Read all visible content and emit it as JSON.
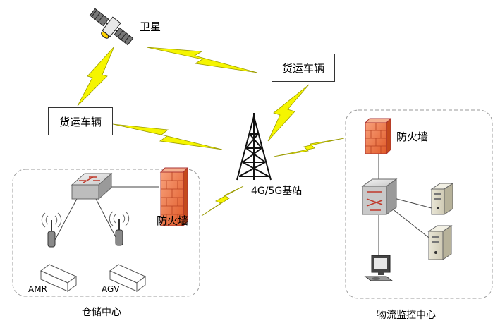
{
  "nodes": {
    "satellite": "卫星",
    "truck_top": "货运车辆",
    "truck_left": "货运车辆",
    "base_station": "4G/5G基站",
    "firewall_warehouse": "防火墙",
    "firewall_logistics": "防火墙",
    "amr": "AMR",
    "agv": "AGV"
  },
  "groups": {
    "warehouse": "仓储中心",
    "logistics": "物流监控中心"
  },
  "colors": {
    "lightning_fill": "#f5f500",
    "lightning_stroke": "#9a9a00",
    "firewall": "#f07040",
    "switch_red": "#c0392b",
    "tower": "#111111"
  }
}
